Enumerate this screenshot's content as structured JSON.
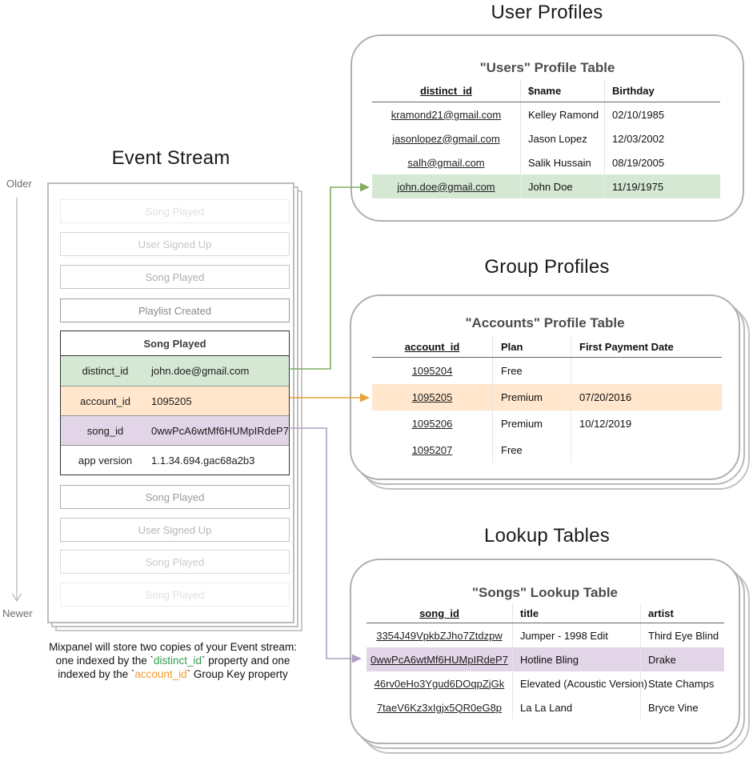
{
  "event_stream": {
    "title": "Event Stream",
    "older_label": "Older",
    "newer_label": "Newer",
    "events_before": [
      "Song Played",
      "User Signed Up",
      "Song Played",
      "Playlist Created"
    ],
    "selected_event": {
      "title": "Song Played",
      "properties": [
        {
          "key": "distinct_id",
          "value": "john.doe@gmail.com"
        },
        {
          "key": "account_id",
          "value": "1095205"
        },
        {
          "key": "song_id",
          "value": "0wwPcA6wtMf6HUMpIRdeP7"
        },
        {
          "key": "app version",
          "value": "1.1.34.694.gac68a2b3"
        }
      ]
    },
    "events_after": [
      "Song Played",
      "User Signed Up",
      "Song Played",
      "Song Played"
    ],
    "caption": {
      "line1": "Mixpanel will store two copies of your Event stream:",
      "line2_pre": "one indexed by the `",
      "line2_code": "distinct_id",
      "line2_post": "` property and one",
      "line3_pre": "indexed by the `",
      "line3_code": "account_id",
      "line3_post": "` Group Key property"
    }
  },
  "user_profiles": {
    "section_title": "User Profiles",
    "card_title": "\"Users\" Profile Table",
    "columns": [
      "distinct_id",
      "$name",
      "Birthday"
    ],
    "rows": [
      [
        "kramond21@gmail.com",
        "Kelley Ramond",
        "02/10/1985"
      ],
      [
        "jasonlopez@gmail.com",
        "Jason Lopez",
        "12/03/2002"
      ],
      [
        "salh@gmail.com",
        "Salik Hussain",
        "08/19/2005"
      ],
      [
        "john.doe@gmail.com",
        "John Doe",
        "11/19/1975"
      ]
    ],
    "highlighted_row": 3
  },
  "group_profiles": {
    "section_title": "Group Profiles",
    "card_title": "\"Accounts\" Profile Table",
    "columns": [
      "account_id",
      "Plan",
      "First Payment Date"
    ],
    "rows": [
      [
        "1095204",
        "Free",
        ""
      ],
      [
        "1095205",
        "Premium",
        "07/20/2016"
      ],
      [
        "1095206",
        "Premium",
        "10/12/2019"
      ],
      [
        "1095207",
        "Free",
        ""
      ]
    ],
    "highlighted_row": 1
  },
  "lookup_tables": {
    "section_title": "Lookup Tables",
    "card_title": "\"Songs\" Lookup Table",
    "columns": [
      "song_id",
      "title",
      "artist"
    ],
    "rows": [
      [
        "3354J49VpkbZJho7Ztdzpw",
        "Jumper - 1998 Edit",
        "Third Eye Blind"
      ],
      [
        "0wwPcA6wtMf6HUMpIRdeP7",
        "Hotline Bling",
        "Drake"
      ],
      [
        "46rv0eHo3Ygud6DOqpZjGk",
        "Elevated (Acoustic Version)",
        "State Champs"
      ],
      [
        "7taeV6Kz3xIgjx5QR0eG8p",
        "La La Land",
        "Bryce Vine"
      ]
    ],
    "highlighted_row": 1
  },
  "colors": {
    "distinct_id_highlight": "#d5e8d4",
    "account_id_highlight": "#ffe6cc",
    "song_id_highlight": "#e1d5e7",
    "distinct_id_arrow": "#7fae63",
    "account_id_arrow": "#e8a33d",
    "song_id_arrow": "#af9fc6",
    "caption_distinct_id_text": "#2f9e4f",
    "caption_account_id_text": "#f79a28"
  }
}
